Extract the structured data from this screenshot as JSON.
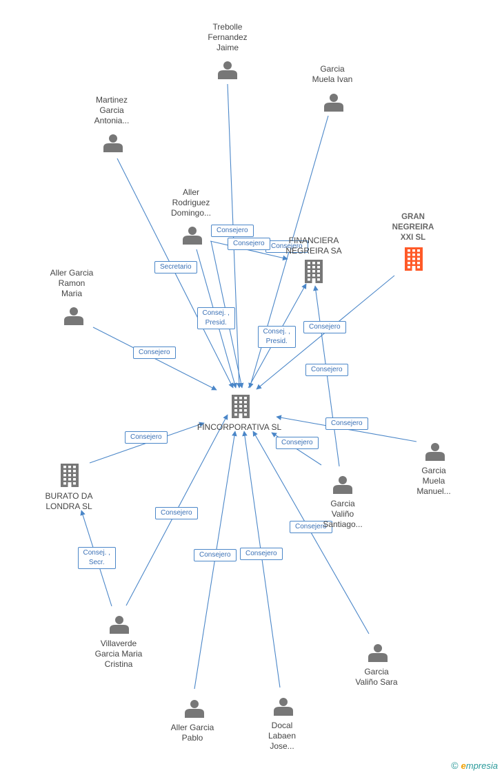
{
  "colors": {
    "edge": "#4a86c8",
    "node_icon": "#777777",
    "highlight": "#ff5a28"
  },
  "nodes": {
    "fincorporativa": {
      "label": "FINCORPORATIVA SL",
      "kind": "company"
    },
    "financiera": {
      "label": "FINANCIERA\nNEGREIRA SA",
      "kind": "company"
    },
    "gran_negreira": {
      "label": "GRAN\nNEGREIRA\nXXI SL",
      "kind": "company-highlight"
    },
    "burato": {
      "label": "BURATO DA\nLONDRA SL",
      "kind": "company"
    },
    "trebolle": {
      "label": "Trebolle\nFernandez\nJaime",
      "kind": "person"
    },
    "garcia_ivan": {
      "label": "Garcia\nMuela Ivan",
      "kind": "person"
    },
    "martinez": {
      "label": "Martinez\nGarcia\nAntonia...",
      "kind": "person"
    },
    "aller_rodriguez": {
      "label": "Aller\nRodriguez\nDomingo...",
      "kind": "person"
    },
    "aller_ramon": {
      "label": "Aller Garcia\nRamon\nMaria",
      "kind": "person"
    },
    "garcia_manuel": {
      "label": "Garcia\nMuela\nManuel...",
      "kind": "person"
    },
    "garcia_santiago": {
      "label": "Garcia\nValiño\nSantiago...",
      "kind": "person"
    },
    "villaverde": {
      "label": "Villaverde\nGarcia Maria\nCristina",
      "kind": "person"
    },
    "garcia_sara": {
      "label": "Garcia\nValiño Sara",
      "kind": "person"
    },
    "aller_pablo": {
      "label": "Aller Garcia\nPablo",
      "kind": "person"
    },
    "docal": {
      "label": "Docal\nLabaen\nJose...",
      "kind": "person"
    }
  },
  "edges": [
    {
      "from": "trebolle",
      "to": "fincorporativa",
      "label": "Consejero"
    },
    {
      "from": "aller_rodriguez",
      "to": "financiera",
      "label": "Consejero"
    },
    {
      "from": "aller_rodriguez",
      "to": "fincorporativa",
      "label": "Consejero"
    },
    {
      "from": "garcia_ivan",
      "to": "fincorporativa",
      "label": "Consejero"
    },
    {
      "from": "martinez",
      "to": "fincorporativa",
      "label": "Secretario"
    },
    {
      "from": "aller_rodriguez",
      "to": "fincorporativa",
      "label": "Consej. ,\nPresid."
    },
    {
      "from": "fincorporativa",
      "to": "financiera",
      "label": "Consej. ,\nPresid."
    },
    {
      "from": "gran_negreira",
      "to": "fincorporativa",
      "label": "Consejero"
    },
    {
      "from": "aller_ramon",
      "to": "fincorporativa",
      "label": "Consejero"
    },
    {
      "from": "garcia_santiago",
      "to": "financiera",
      "label": "Consejero"
    },
    {
      "from": "garcia_manuel",
      "to": "fincorporativa",
      "label": "Consejero"
    },
    {
      "from": "burato",
      "to": "fincorporativa",
      "label": "Consejero"
    },
    {
      "from": "garcia_santiago",
      "to": "fincorporativa",
      "label": "Consejero"
    },
    {
      "from": "villaverde",
      "to": "fincorporativa",
      "label": "Consejero"
    },
    {
      "from": "garcia_sara",
      "to": "fincorporativa",
      "label": "Consejero"
    },
    {
      "from": "villaverde",
      "to": "burato",
      "label": "Consej. ,\nSecr."
    },
    {
      "from": "aller_pablo",
      "to": "fincorporativa",
      "label": "Consejero"
    },
    {
      "from": "docal",
      "to": "fincorporativa",
      "label": "Consejero"
    }
  ],
  "watermark": {
    "copyright": "©",
    "brand_e": "e",
    "brand_rest": "mpresia"
  }
}
